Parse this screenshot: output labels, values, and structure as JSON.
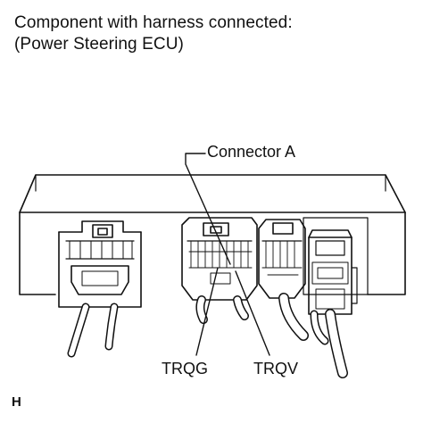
{
  "header": {
    "line1": "Component with harness connected:",
    "line2": "(Power Steering ECU)"
  },
  "callouts": {
    "connector_a": "Connector A",
    "terminal_1": "TRQG",
    "terminal_2": "TRQV"
  },
  "figure_code": "H",
  "colors": {
    "line": "#111111",
    "background": "#ffffff"
  }
}
